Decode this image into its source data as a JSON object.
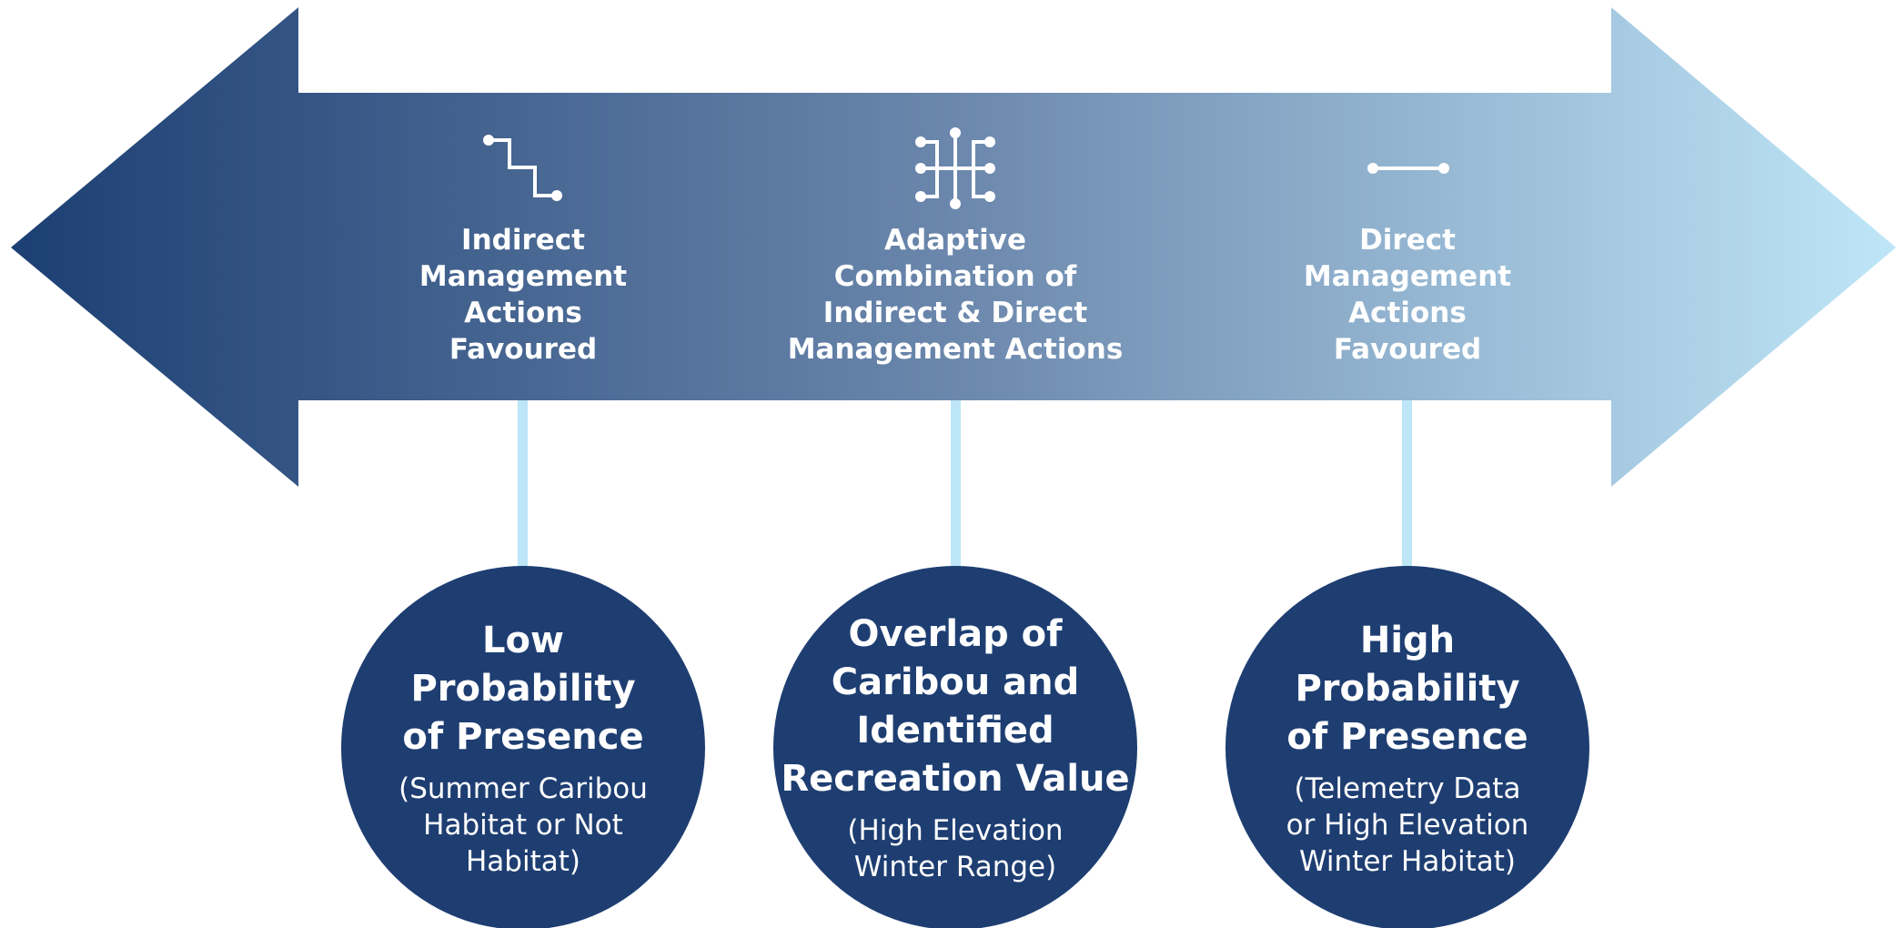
{
  "colors": {
    "gradient_start": "#1c3f73",
    "gradient_mid": "#6b87ac",
    "gradient_end": "#bfe6f8",
    "circle_fill": "#1e3e72",
    "connector": "#bde6f9",
    "text": "#ffffff"
  },
  "arrow": {
    "direction": "double-headed",
    "columns": [
      {
        "icon": "stepped-path-icon",
        "label": "Indirect\nManagement\nActions\nFavoured"
      },
      {
        "icon": "branching-network-icon",
        "label": "Adaptive\nCombination of\nIndirect & Direct\nManagement Actions"
      },
      {
        "icon": "straight-line-icon",
        "label": "Direct\nManagement\nActions\nFavoured"
      }
    ]
  },
  "circles": [
    {
      "title": "Low\nProbability\nof Presence",
      "subtitle": "(Summer Caribou\nHabitat or Not\nHabitat)"
    },
    {
      "title": "Overlap of\nCaribou and\nIdentified\nRecreation Value",
      "subtitle": "(High Elevation\nWinter Range)"
    },
    {
      "title": "High\nProbability\nof Presence",
      "subtitle": "(Telemetry Data\nor High Elevation\nWinter Habitat)"
    }
  ]
}
